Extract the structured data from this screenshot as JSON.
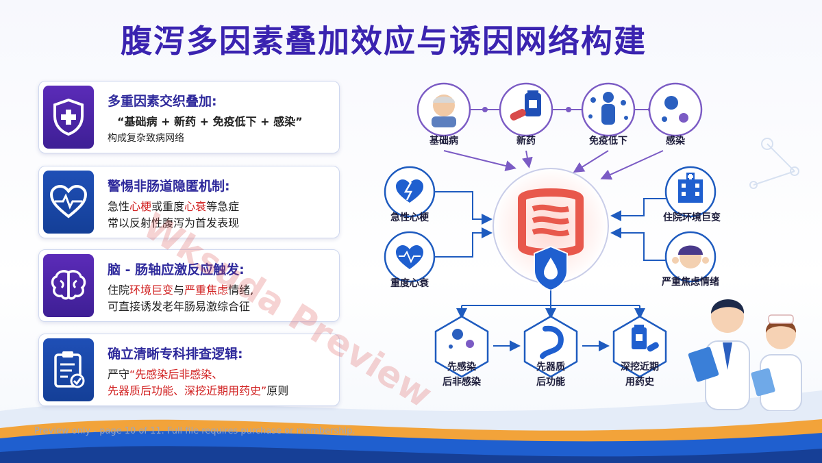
{
  "title": "腹泻多因素叠加效应与诱因网络构建",
  "cards": [
    {
      "heading": "多重因素交织叠加:",
      "line1": "“基础病 + 新药 + 免疫低下 + 感染”",
      "line2": "构成复杂致病网络",
      "icon": "shield-plus-icon"
    },
    {
      "heading": "警惕非肠道隐匿机制:",
      "l2a": "急性",
      "l2b": "心梗",
      "l2c": "或重度",
      "l2d": "心衰",
      "l2e": "等急症",
      "line3": "常以反射性腹泻为首发表现",
      "icon": "heart-pulse-icon"
    },
    {
      "heading": "脑 - 肠轴应激反应触发:",
      "l2a": "住院",
      "l2b": "环境巨变",
      "l2c": "与",
      "l2d": "严重焦虑",
      "l2e": "情绪,",
      "line3": "可直接诱发老年肠易激综合征",
      "icon": "brain-icon"
    },
    {
      "heading": "确立清晰专科排查逻辑:",
      "l2a": "严守",
      "l2b": "“先感染后非感染、",
      "l3a": "先器质后功能、深挖近期用药史”",
      "l3b": "原则",
      "icon": "clipboard-check-icon"
    }
  ],
  "diagram": {
    "top_nodes": [
      "基础病",
      "新药",
      "免疫低下",
      "感染"
    ],
    "left_nodes": [
      "急性心梗",
      "重度心衰"
    ],
    "right_nodes": [
      "住院环境巨变",
      "严重焦虑情绪"
    ],
    "bottom_nodes": [
      {
        "line1": "先感染",
        "line2": "后非感染"
      },
      {
        "line1": "先器质",
        "line2": "后功能"
      },
      {
        "line1": "深挖近期",
        "line2": "用药史"
      }
    ]
  },
  "watermark": "Wksuda Preview",
  "footer": "Preview only - page 10 of 11. Full file requires purchase or membership.",
  "colors": {
    "title": "#3a23b0",
    "accent_red": "#d12020",
    "icon_purple": "#4a25a8",
    "icon_blue": "#1a47a8",
    "line_blue": "#1e5bbf"
  }
}
